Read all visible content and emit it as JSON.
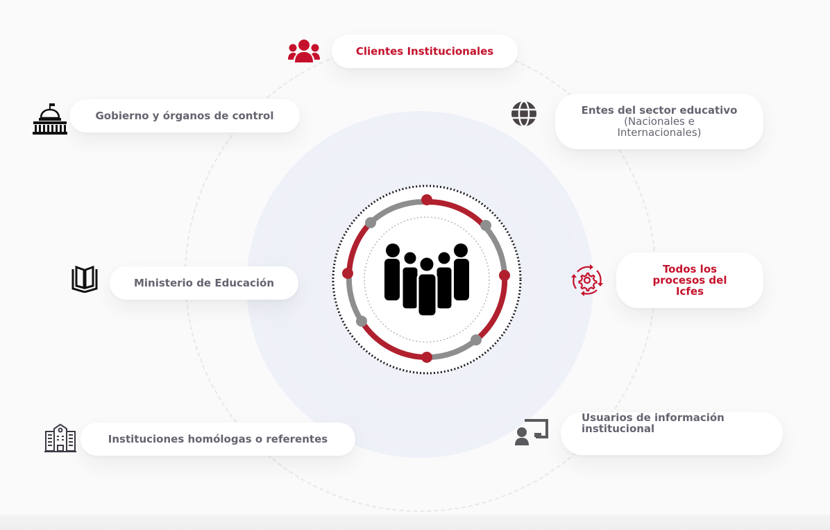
{
  "diagram": {
    "center": {
      "icon": "people-group-icon"
    },
    "nodes": [
      {
        "id": "clientes",
        "label": "Clientes Institucionales",
        "icon": "users-icon",
        "color": "#c5112b"
      },
      {
        "id": "gobierno",
        "label": "Gobierno y órganos de control",
        "icon": "capitol-building-icon",
        "color": "#646470"
      },
      {
        "id": "entes",
        "label": "Entes del sector educativo",
        "sublabel_1": "(Nacionales e",
        "sublabel_2": "Internacionales)",
        "icon": "globe-icon",
        "color": "#646470"
      },
      {
        "id": "ministerio",
        "label": "Ministerio de Educación",
        "icon": "book-icon",
        "color": "#646470"
      },
      {
        "id": "procesos",
        "label_1": "Todos los",
        "label_2": "procesos del",
        "label_3": "Icfes",
        "icon": "gear-cycle-icon",
        "color": "#c5112b"
      },
      {
        "id": "instituciones",
        "label": "Instituciones homólogas o referentes",
        "icon": "building-icon",
        "color": "#646470"
      },
      {
        "id": "usuarios",
        "label_1": "Usuarios de información",
        "label_2": "institucional",
        "icon": "presentation-user-icon",
        "color": "#646470"
      }
    ]
  },
  "colors": {
    "accent_red": "#c5112b",
    "ring_red": "#b0202e",
    "ring_gray": "#8e8e8e",
    "text_gray": "#646470"
  }
}
